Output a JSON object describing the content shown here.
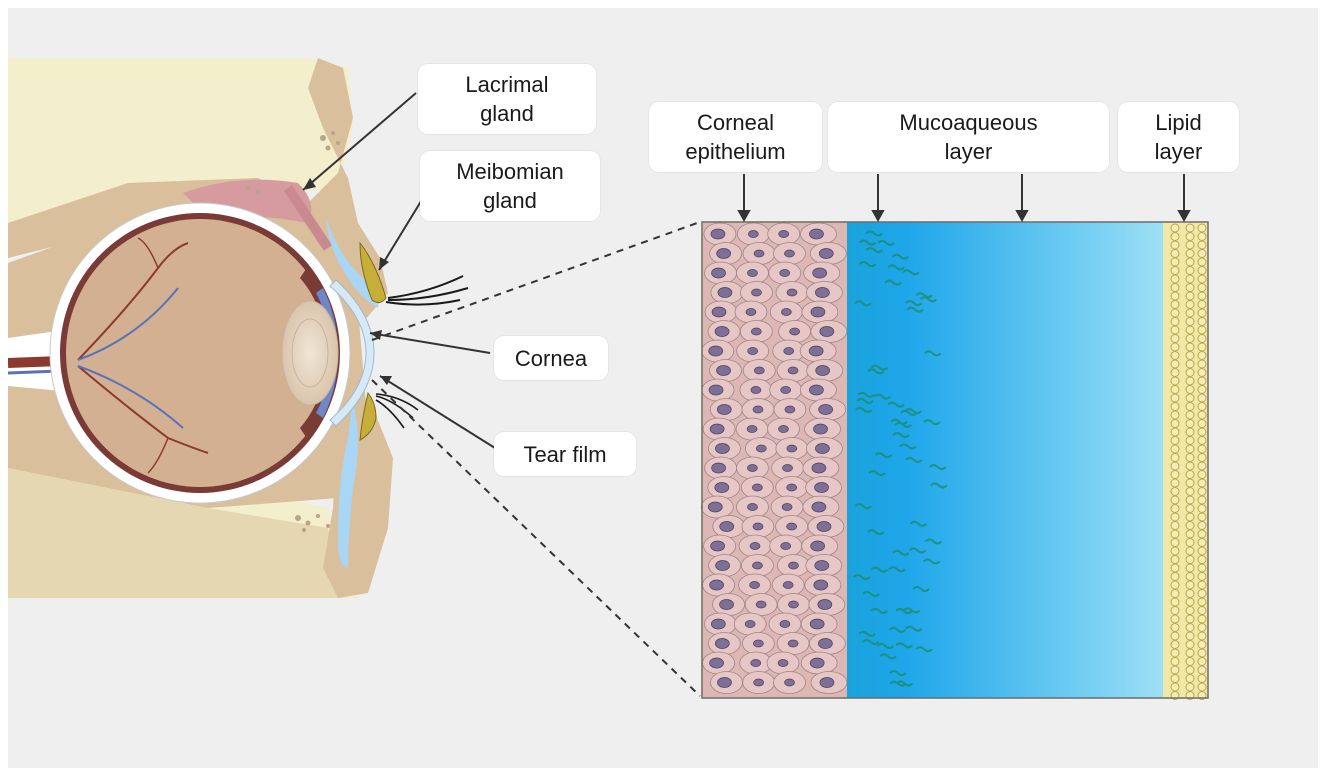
{
  "labels": {
    "lacrimal_gland": "Lacrimal\ngland",
    "meibomian_gland": "Meibomian\ngland",
    "cornea": "Cornea",
    "tear_film": "Tear film",
    "corneal_epithelium": "Corneal\nepithelium",
    "mucoaqueous_layer": "Mucoaqueous\nlayer",
    "lipid_layer": "Lipid\nlayer"
  },
  "colors": {
    "background": "#efefef",
    "skin": "#d9bf9c",
    "bone": "#f3eecb",
    "sclera": "#ffffff",
    "choroid": "#7a3a35",
    "retina": "#d4b092",
    "cornea_blue": "#a9d6f5",
    "epithelium_cell": "#e6c7c5",
    "nucleus": "#7d6f95",
    "mucus_green": "#1aa67a",
    "aqueous_blue": "#1ea5e8",
    "lipid_yellow": "#f1e7a6"
  }
}
